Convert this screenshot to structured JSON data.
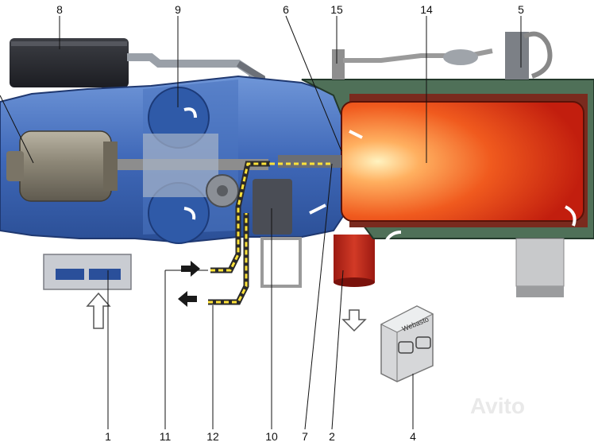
{
  "labels": {
    "top": [
      "8",
      "9",
      "6",
      "15",
      "14",
      "5"
    ],
    "bottom": [
      "1",
      "11",
      "12",
      "10",
      "7",
      "2",
      "4"
    ]
  },
  "controller": {
    "brand": "Webasto"
  },
  "watermark": "Avito"
}
